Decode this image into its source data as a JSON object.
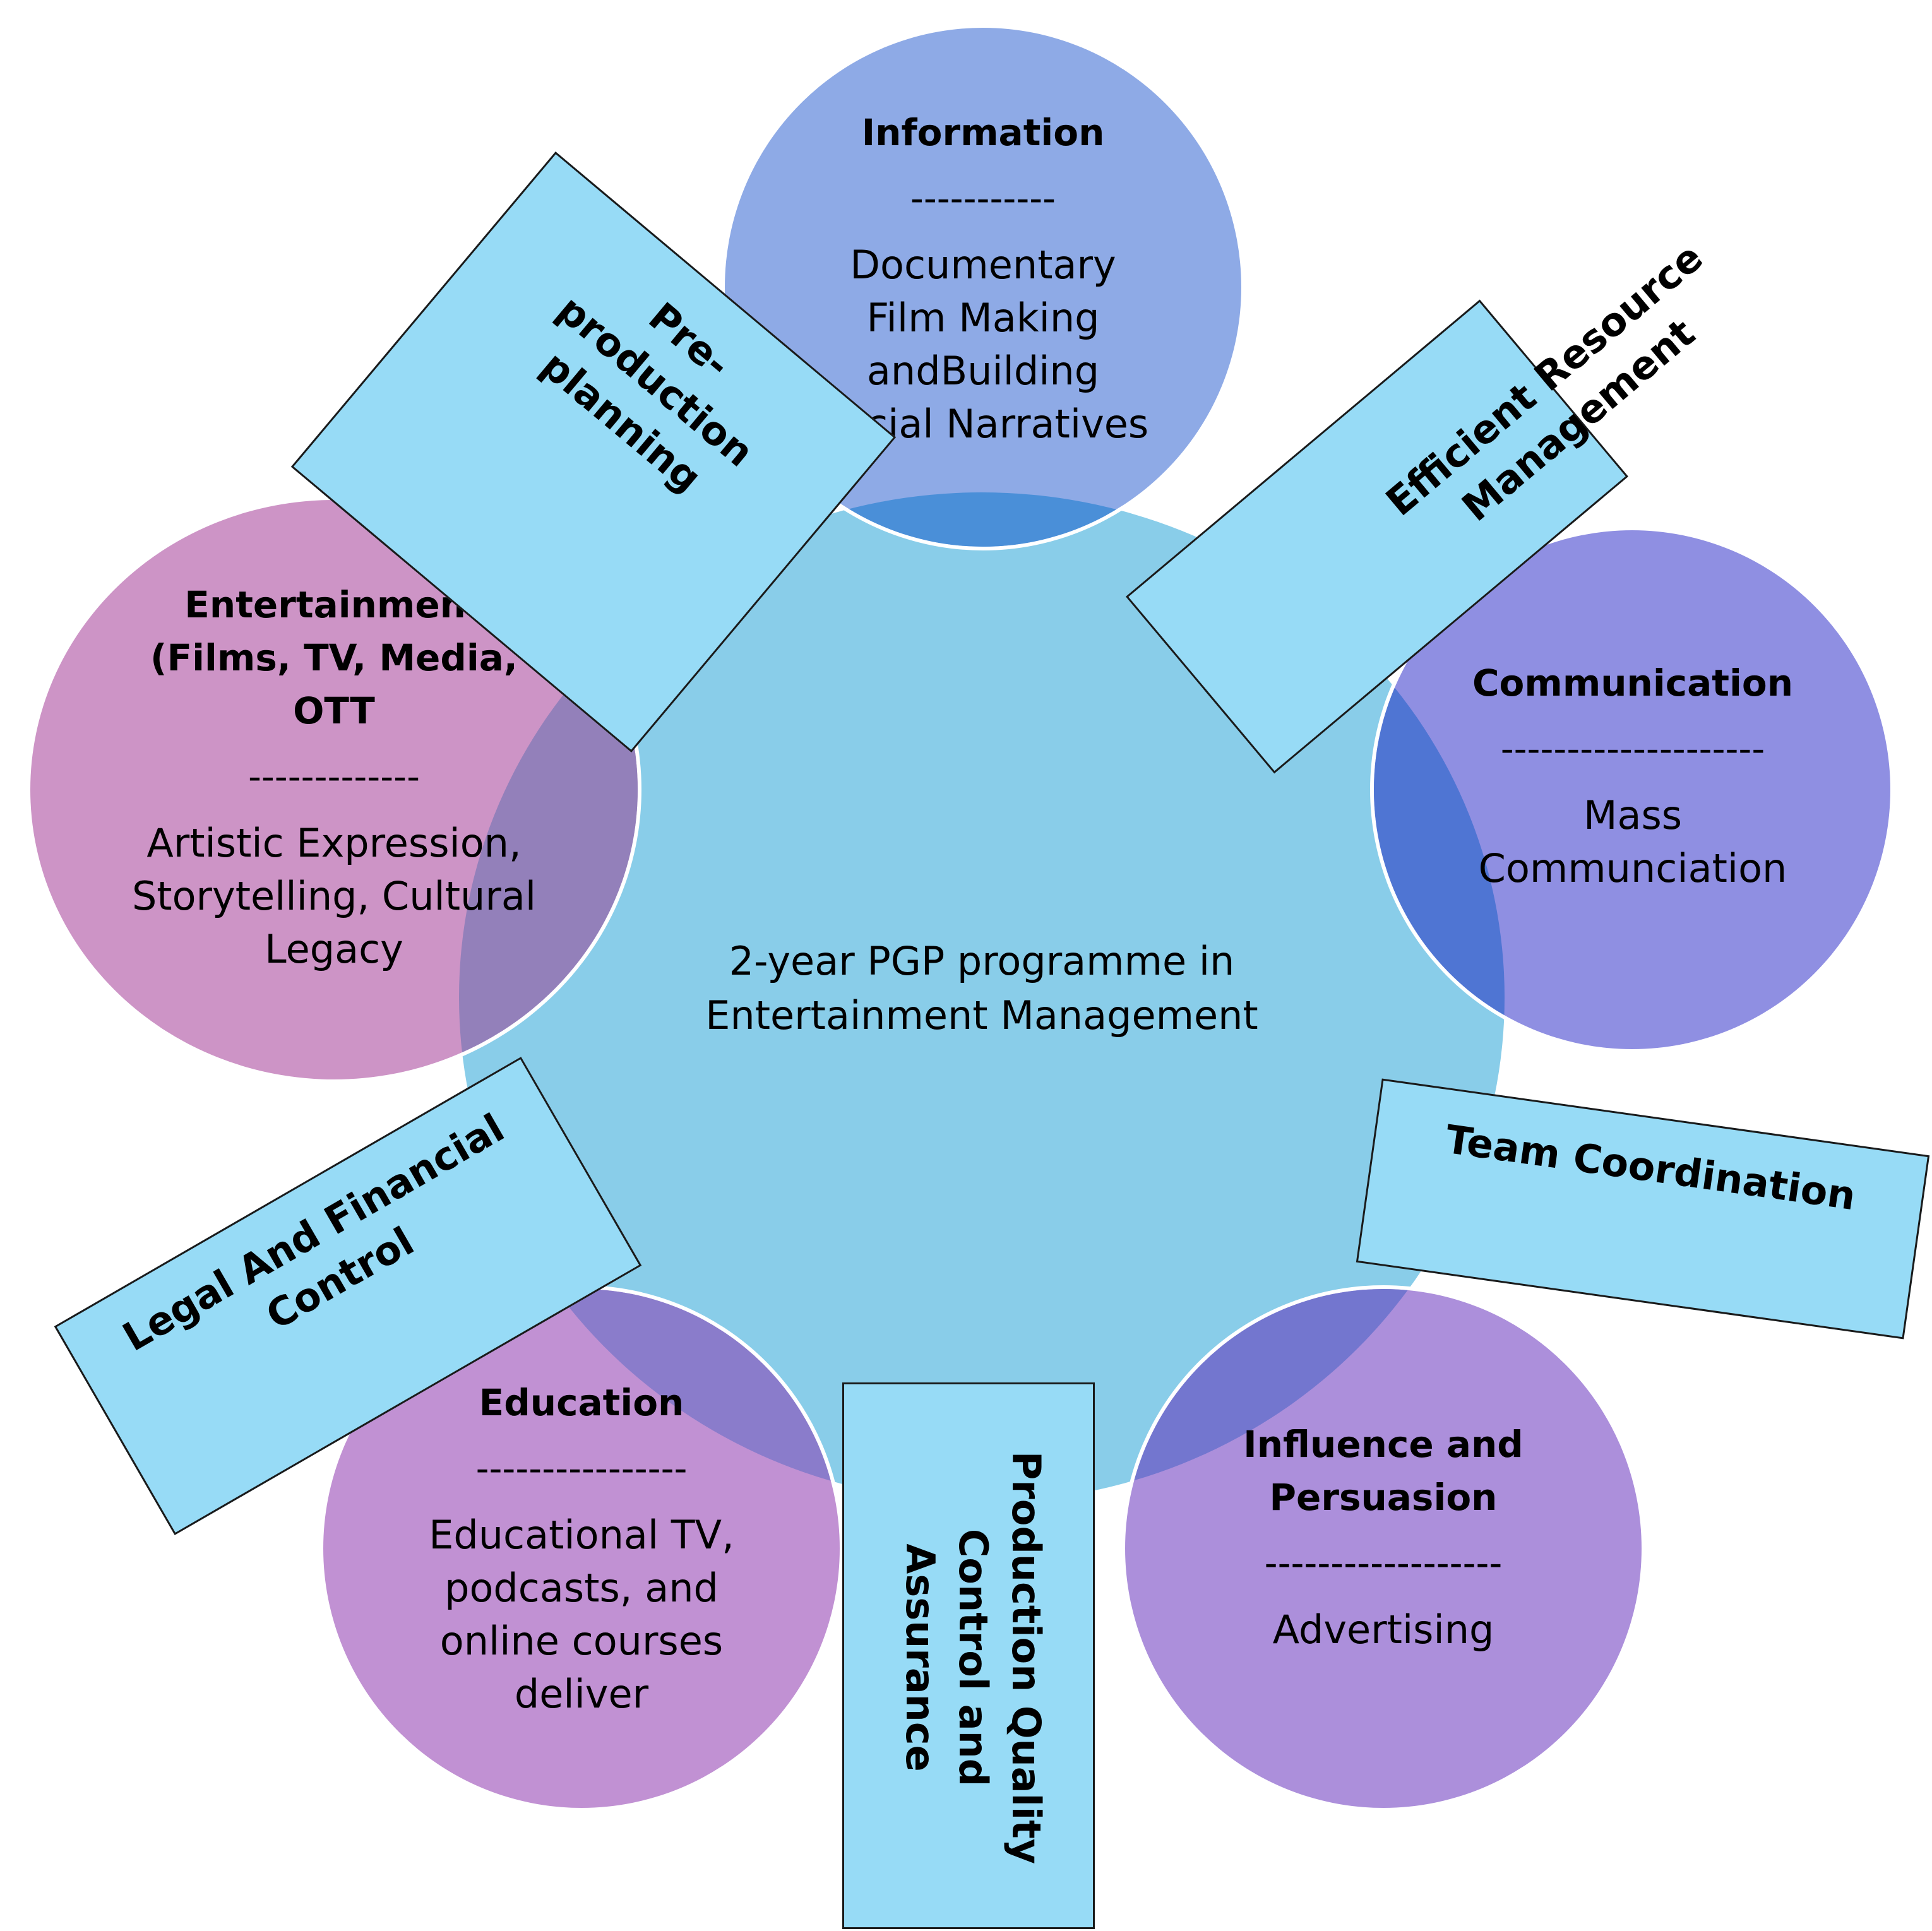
{
  "center": {
    "label_line1": "2-year PGP programme in",
    "label_line2": "Entertainment Management"
  },
  "circles": {
    "information": {
      "title": "Information",
      "rule": "-----------",
      "desc_lines": [
        "Documentary",
        "Film Making",
        "andBuilding",
        "Social Narratives"
      ]
    },
    "entertainment": {
      "title_lines": [
        "Entertainment",
        "(Films, TV, Media,",
        "OTT"
      ],
      "rule": "-------------",
      "desc_lines": [
        "Artistic Expression,",
        "Storytelling, Cultural",
        "Legacy"
      ]
    },
    "communication": {
      "title": "Communication",
      "rule": "--------------------",
      "desc_lines": [
        "Mass",
        "Communciation"
      ]
    },
    "education": {
      "title": "Education",
      "rule": "----------------",
      "desc_lines": [
        "Educational TV,",
        "podcasts, and",
        "online courses",
        "deliver"
      ]
    },
    "influence": {
      "title_lines": [
        "Influence and",
        "Persuasion"
      ],
      "rule": "------------------",
      "desc_lines": [
        "Advertising"
      ]
    }
  },
  "boxes": {
    "preproduction": {
      "lines": [
        "Pre-",
        "production",
        "planning"
      ]
    },
    "efficient": {
      "lines": [
        "Efficient Resource",
        "Management"
      ]
    },
    "team": {
      "lines": [
        "Team Coordination"
      ]
    },
    "legal": {
      "lines": [
        "Legal And Financial",
        "Control"
      ]
    },
    "production": {
      "lines": [
        "Production Quality",
        "Control and",
        "Assurance"
      ]
    }
  },
  "colors": {
    "center": "#89cde9",
    "information": "#8eaae6",
    "entertainment": "#cd94c6",
    "communication": "#8f8fe2",
    "education": "#c191d3",
    "influence": "#ac8fdb",
    "box_fill": "#97dbf6",
    "box_border": "#1a1a1a"
  }
}
